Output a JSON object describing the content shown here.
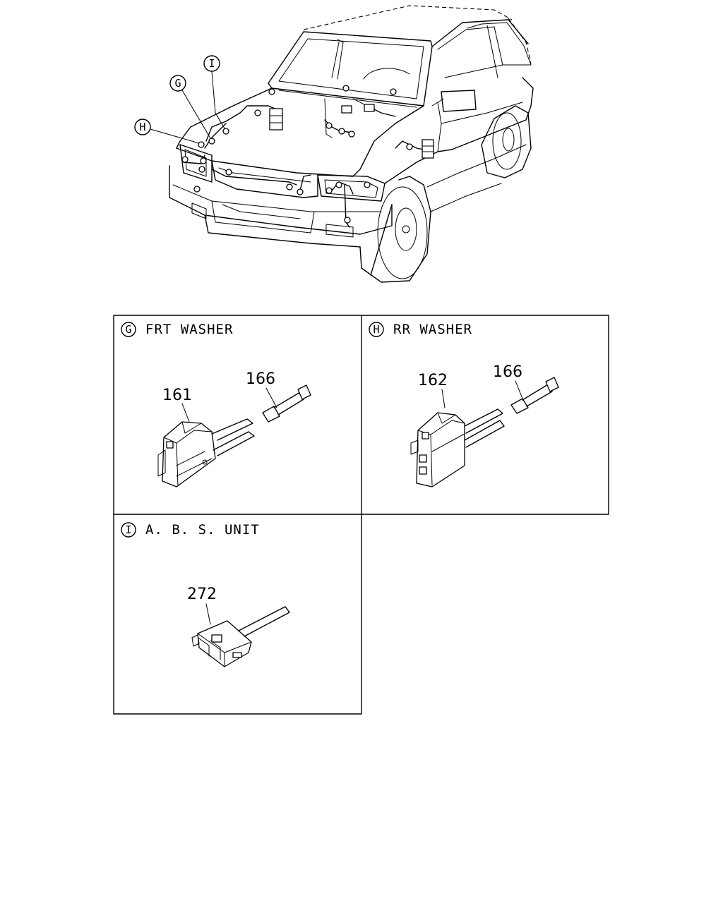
{
  "callouts": {
    "G": "G",
    "H": "H",
    "I": "I"
  },
  "panels": [
    {
      "letter": "G",
      "title": "FRT WASHER",
      "parts": [
        "161",
        "166"
      ]
    },
    {
      "letter": "H",
      "title": "RR WASHER",
      "parts": [
        "162",
        "166"
      ]
    },
    {
      "letter": "I",
      "title": "A. B. S. UNIT",
      "parts": [
        "272"
      ]
    }
  ]
}
